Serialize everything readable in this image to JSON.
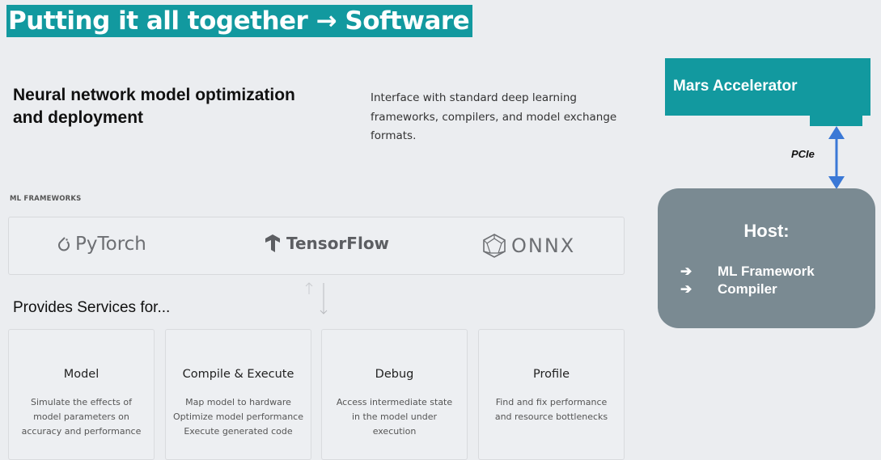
{
  "slide": {
    "title": "Putting it all together → Software",
    "headline": "Neural network model optimization and deployment",
    "intro": "Interface with standard deep learning frameworks, compilers, and model exchange formats.",
    "frameworks_label": "ML FRAMEWORKS",
    "frameworks": [
      "PyTorch",
      "TensorFlow",
      "ONNX"
    ],
    "services_heading": "Provides Services for...",
    "cards": [
      {
        "title": "Model",
        "lines": [
          "Simulate the effects of",
          "model parameters on",
          "accuracy and performance"
        ]
      },
      {
        "title": "Compile & Execute",
        "lines": [
          "Map model to hardware",
          "Optimize model performance",
          "Execute generated code"
        ]
      },
      {
        "title": "Debug",
        "lines": [
          "Access intermediate state",
          "in the model under",
          "execution"
        ]
      },
      {
        "title": "Profile",
        "lines": [
          "Find and fix performance",
          "and resource bottlenecks"
        ]
      }
    ],
    "accelerator": "Mars Accelerator",
    "bus": "PCIe",
    "host": {
      "title": "Host:",
      "items": [
        {
          "arrow": "➔",
          "label": "ML Framework"
        },
        {
          "arrow": "➔",
          "label": "Compiler"
        }
      ]
    }
  },
  "colors": {
    "accent": "#12999f",
    "host": "#7a8a92",
    "bus_arrow": "#3a78d6",
    "background": "#ebedf0"
  },
  "icons": [
    "pytorch-logo-icon",
    "tensorflow-logo-icon",
    "onnx-logo-icon",
    "bidirectional-arrow-icon"
  ]
}
